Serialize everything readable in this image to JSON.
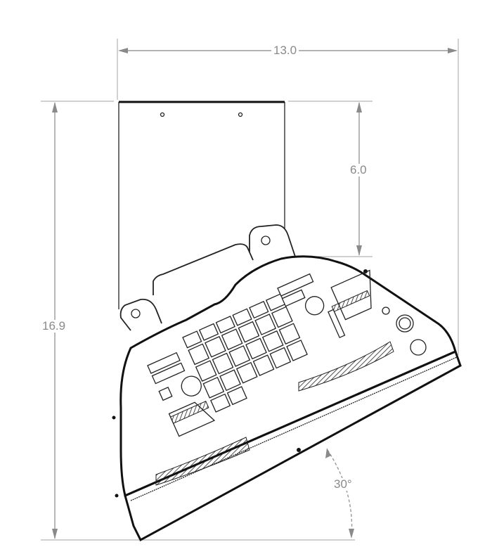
{
  "drawing": {
    "type": "technical-dimension-drawing",
    "subject": "tilted control panel / keypad enclosure on mounting plate",
    "dimensions": {
      "overall_width": {
        "label": "13.0",
        "orientation": "horizontal"
      },
      "overall_height": {
        "label": "16.9",
        "orientation": "vertical"
      },
      "plate_height": {
        "label": "6.0",
        "orientation": "vertical"
      },
      "tilt_angle": {
        "label": "30°",
        "orientation": "angular"
      }
    },
    "colors": {
      "line": "#111111",
      "dimension": "#9a9a9a",
      "background": "#ffffff"
    }
  }
}
